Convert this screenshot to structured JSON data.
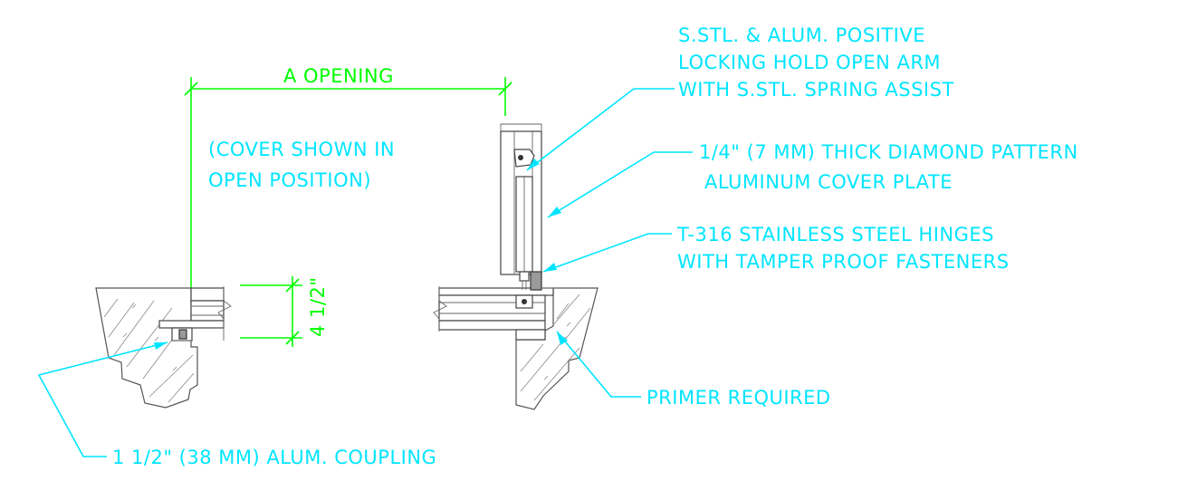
{
  "dimensions": {
    "opening_label": "A OPENING",
    "depth_label": "4 1/2\""
  },
  "notes": {
    "cover_position": [
      "(COVER SHOWN IN",
      "OPEN POSITION)"
    ],
    "hold_open_arm": [
      "S.STL. & ALUM. POSITIVE",
      "LOCKING  HOLD OPEN ARM",
      "WITH S.STL. SPRING ASSIST"
    ],
    "cover_plate": [
      "1/4\" (7 MM) THICK DIAMOND PATTERN",
      "ALUMINUM COVER PLATE"
    ],
    "hinges": [
      "T-316 STAINLESS STEEL HINGES",
      "WITH TAMPER PROOF FASTENERS"
    ],
    "primer": "PRIMER REQUIRED",
    "coupling": "1 1/2\" (38 MM) ALUM. COUPLING"
  },
  "colors": {
    "annotation": "#00e5ff",
    "dimension": "#00ff00",
    "linework": "#555555"
  }
}
